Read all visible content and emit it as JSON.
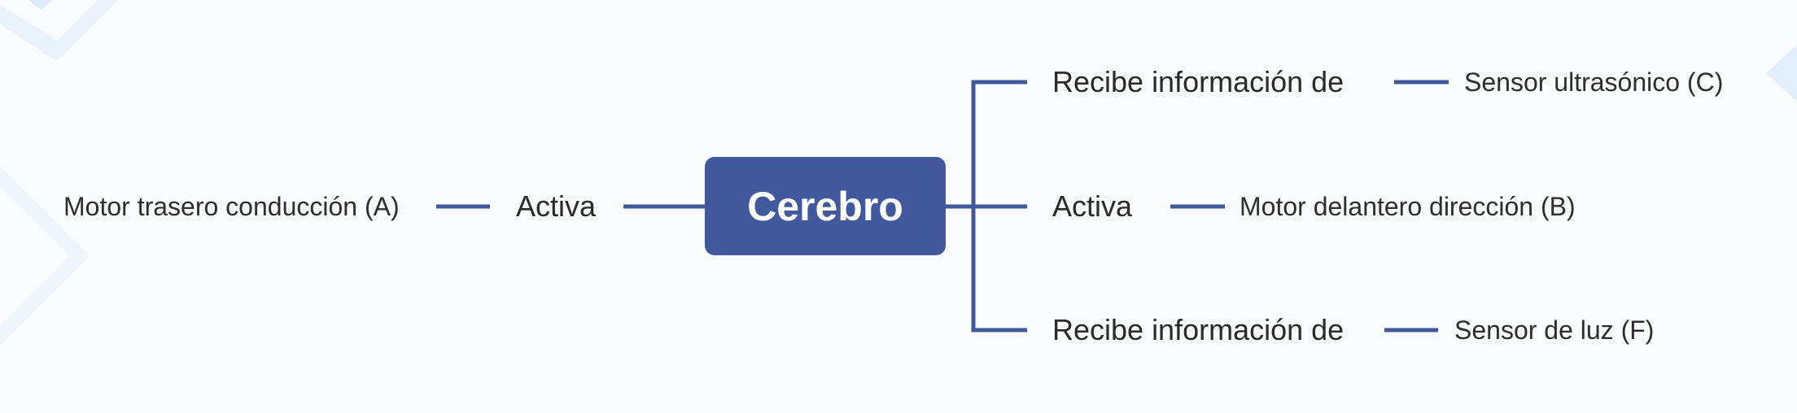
{
  "colors": {
    "background": "#fafbfd",
    "accent": "#41599c",
    "connector": "#41599c",
    "text": "#2b2b2b"
  },
  "central_node": {
    "label": "Cerebro"
  },
  "left_branch": {
    "relation": "Activa",
    "target": "Motor trasero conducción (A)"
  },
  "right_branches": [
    {
      "relation": "Recibe información de",
      "target": "Sensor ultrasónico (C)"
    },
    {
      "relation": "Activa",
      "target": "Motor delantero dirección (B)"
    },
    {
      "relation": "Recibe información de",
      "target": "Sensor de luz (F)"
    }
  ]
}
